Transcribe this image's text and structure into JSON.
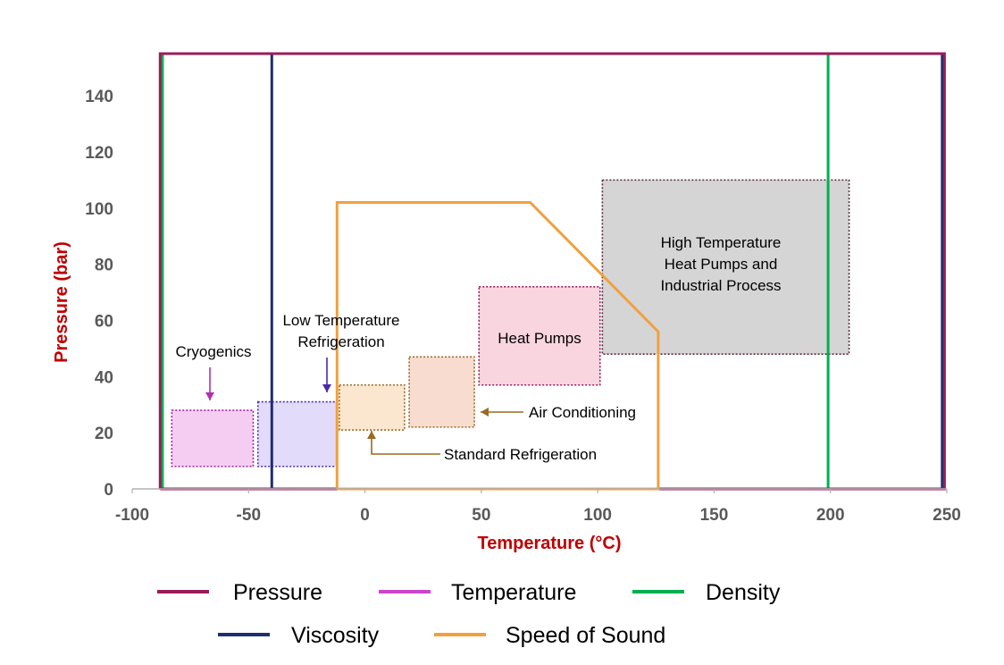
{
  "chart_data": {
    "type": "line",
    "xlabel": "Temperature (°C)",
    "ylabel": "Pressure (bar)",
    "xlim": [
      -100,
      250
    ],
    "ylim": [
      0,
      155
    ],
    "x_ticks": [
      -100,
      -50,
      0,
      50,
      100,
      150,
      200,
      250
    ],
    "y_ticks": [
      0,
      20,
      40,
      60,
      80,
      100,
      120,
      140
    ],
    "grid": false,
    "legend_position": "bottom",
    "series": [
      {
        "name": "Pressure",
        "color": "#9b1c5c",
        "points": [
          [
            -88,
            0
          ],
          [
            -88,
            155
          ],
          [
            249,
            155
          ],
          [
            249,
            0
          ],
          [
            -88,
            0
          ]
        ]
      },
      {
        "name": "Temperature",
        "color": "#cc44cc",
        "points": []
      },
      {
        "name": "Density",
        "color": "#00b050",
        "points": [
          [
            -87,
            0
          ],
          [
            -87,
            155
          ],
          [
            199,
            155
          ],
          [
            199,
            0
          ],
          [
            -87,
            0
          ]
        ]
      },
      {
        "name": "Viscosity",
        "color": "#1f2e6e",
        "points": [
          [
            -40,
            0
          ],
          [
            -40,
            155
          ],
          [
            248,
            155
          ],
          [
            248,
            0
          ]
        ]
      },
      {
        "name": "Speed of Sound",
        "color": "#f0a040",
        "points": [
          [
            -12,
            0
          ],
          [
            -12,
            102
          ],
          [
            71,
            102
          ],
          [
            126,
            56
          ],
          [
            126,
            0
          ],
          [
            -12,
            0
          ]
        ]
      }
    ],
    "regions": [
      {
        "label": "Cryogenics",
        "t_range": [
          -83,
          -48
        ],
        "p_range": [
          8,
          28
        ],
        "fill": "#f5cdf2",
        "border": "#a020a0"
      },
      {
        "label": "Low Temperature Refrigeration",
        "t_range": [
          -46,
          -12
        ],
        "p_range": [
          8,
          31
        ],
        "fill": "#e3dbfa",
        "border": "#4b2aa8"
      },
      {
        "label": "Standard Refrigeration",
        "t_range": [
          -11,
          17
        ],
        "p_range": [
          21,
          37
        ],
        "fill": "#fbe7cf",
        "border": "#9a6a20"
      },
      {
        "label": "Air Conditioning",
        "t_range": [
          19,
          47
        ],
        "p_range": [
          22,
          47
        ],
        "fill": "#f8dccf",
        "border": "#9a6a20"
      },
      {
        "label": "Heat Pumps",
        "t_range": [
          49,
          101
        ],
        "p_range": [
          37,
          72
        ],
        "fill": "#f8d5df",
        "border": "#9b1c5c"
      },
      {
        "label": "High Temperature Heat Pumps and Industrial Process",
        "t_range": [
          102,
          208
        ],
        "p_range": [
          48,
          110
        ],
        "fill": "#d5d5d5",
        "border": "#5a2a3a"
      }
    ],
    "annotations": [
      {
        "text": "Cryogenics",
        "lines": [
          "Cryogenics"
        ]
      },
      {
        "text": "Low Temperature Refrigeration",
        "lines": [
          "Low Temperature",
          "Refrigeration"
        ]
      },
      {
        "text": "Standard Refrigeration",
        "lines": [
          "Standard Refrigeration"
        ]
      },
      {
        "text": "Air Conditioning",
        "lines": [
          "Air Conditioning"
        ]
      },
      {
        "text": "Heat Pumps",
        "lines": [
          "Heat Pumps"
        ]
      },
      {
        "text": "High Temperature Heat Pumps and Industrial Process",
        "lines": [
          "High Temperature",
          "Heat Pumps and",
          "Industrial Process"
        ]
      }
    ],
    "legend": [
      {
        "name": "Pressure",
        "color": "#9b1c5c"
      },
      {
        "name": "Temperature",
        "color": "#cc44cc"
      },
      {
        "name": "Density",
        "color": "#00b050"
      },
      {
        "name": "Viscosity",
        "color": "#1f2e6e"
      },
      {
        "name": "Speed of Sound",
        "color": "#f0a040"
      }
    ]
  }
}
